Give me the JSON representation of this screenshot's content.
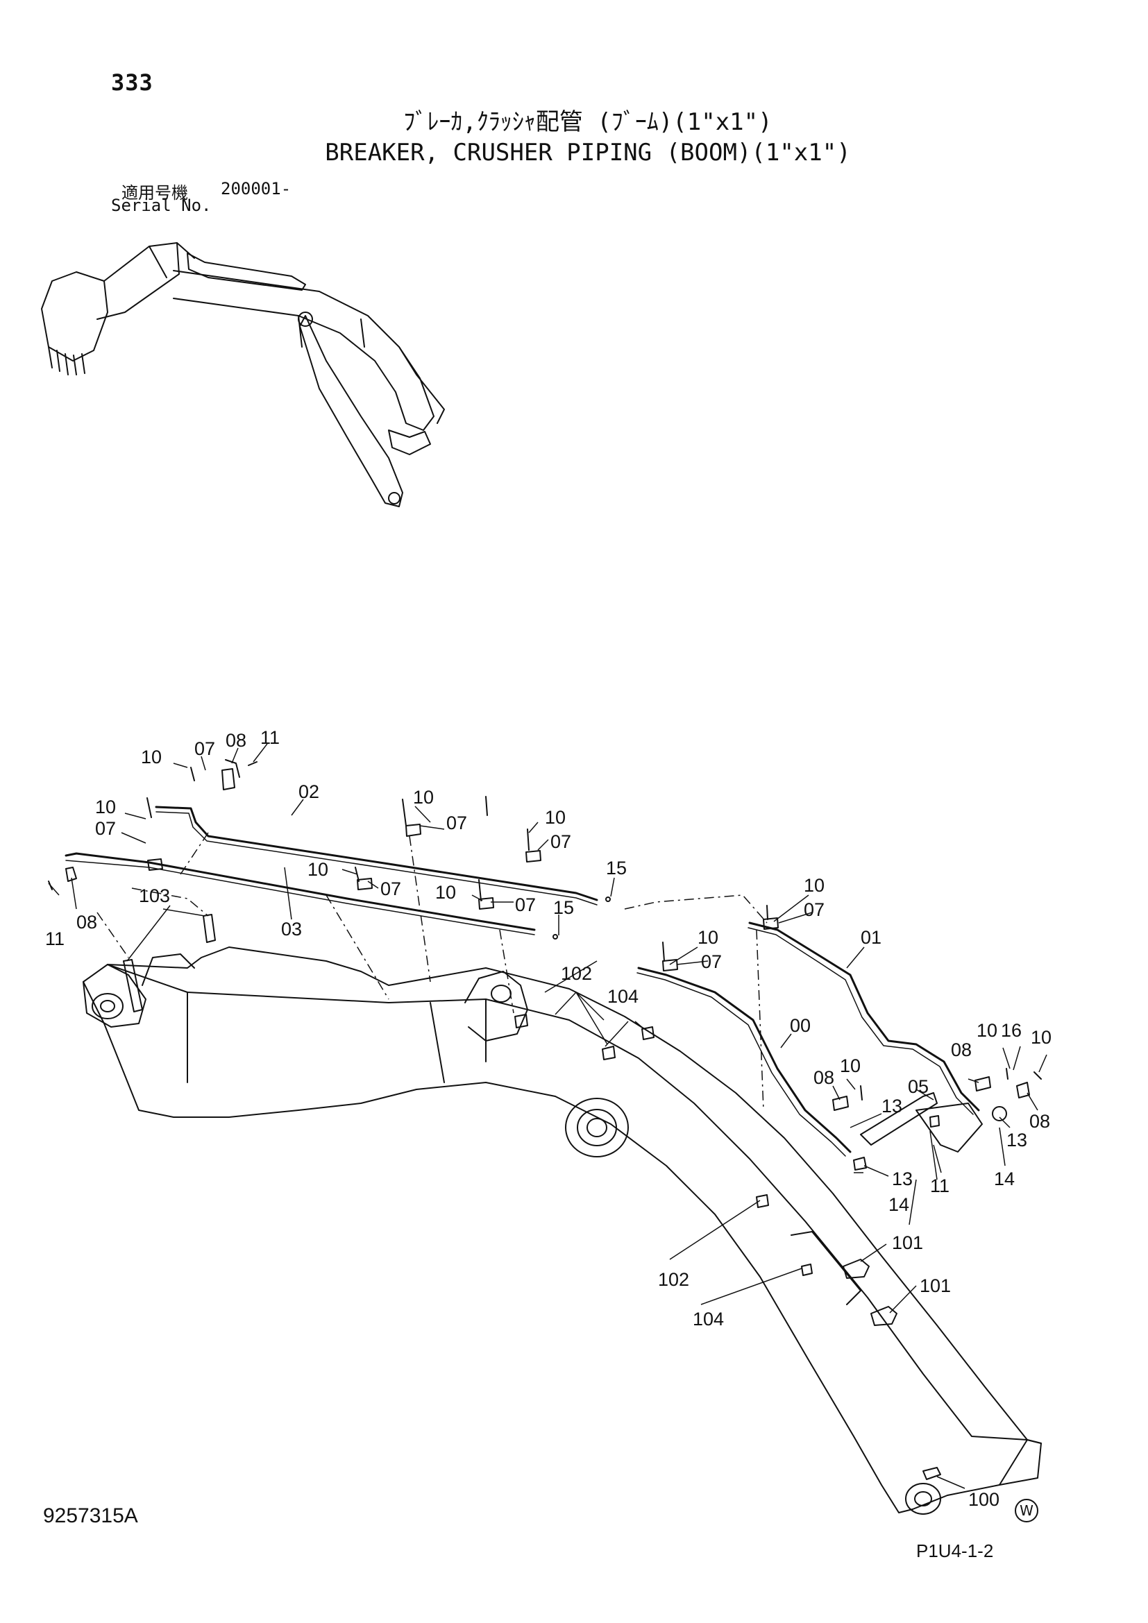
{
  "header": {
    "page_number": "333",
    "title_jp": "ﾌﾞﾚｰｶ,ｸﾗｯｼｬ配管 (ﾌﾞｰﾑ)(1\"x1\")",
    "title_en": "BREAKER, CRUSHER PIPING (BOOM)(1\"x1\")",
    "serial_label_jp": "適用号機",
    "serial_label_en": "Serial No.",
    "serial_value": "200001-"
  },
  "callouts": [
    "00",
    "01",
    "02",
    "03",
    "05",
    "07",
    "08",
    "10",
    "11",
    "13",
    "14",
    "15",
    "16",
    "100",
    "101",
    "102",
    "103",
    "104"
  ],
  "footer": {
    "drawing_number": "9257315A",
    "watermark": "W",
    "page_ref": "P1U4-1-2"
  }
}
